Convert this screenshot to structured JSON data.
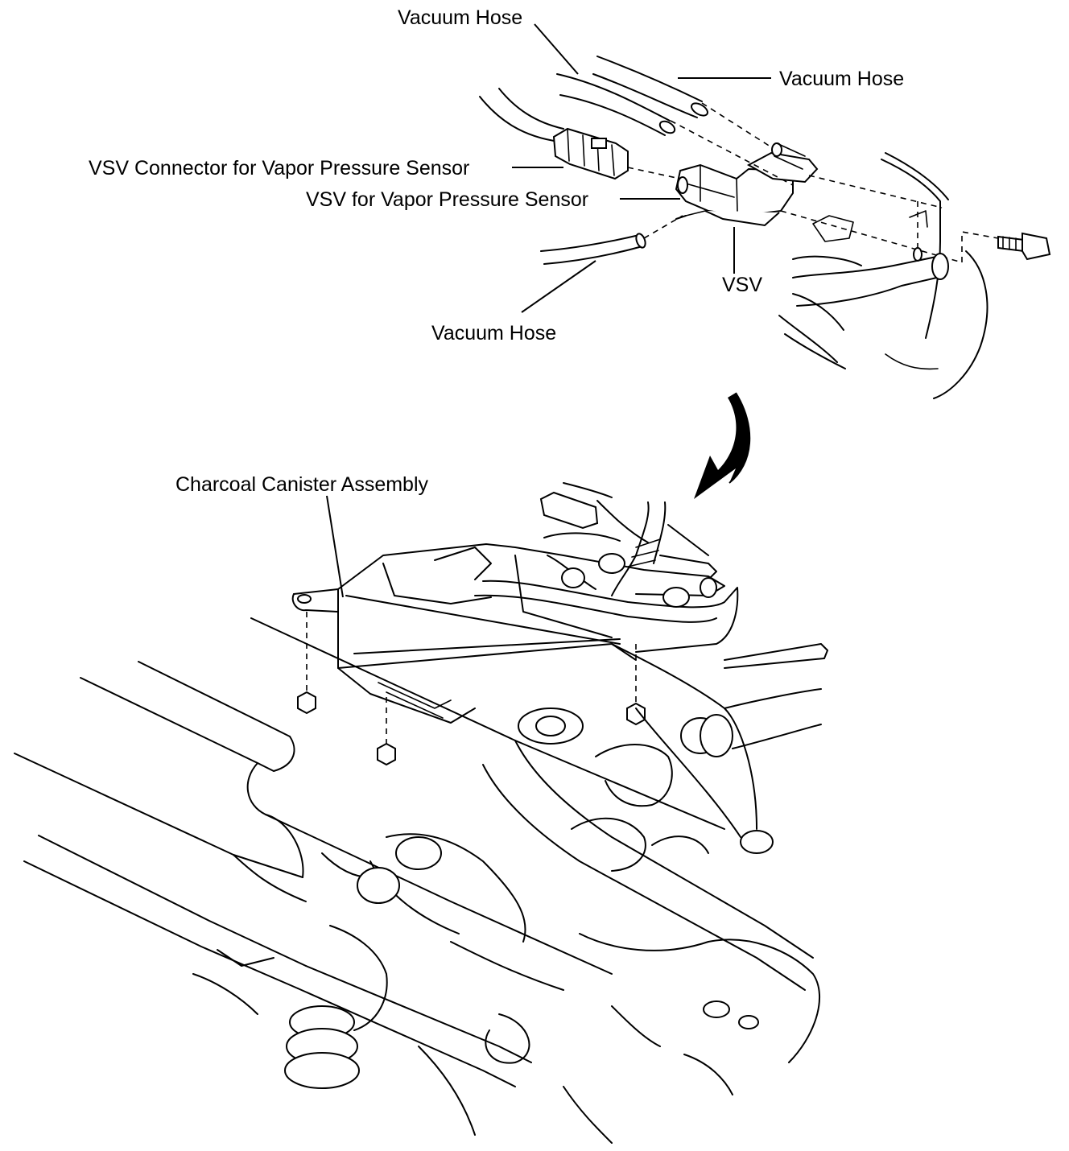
{
  "labels": {
    "vacuum_hose_top": "Vacuum Hose",
    "vacuum_hose_right": "Vacuum Hose",
    "vsv_connector": "VSV Connector for Vapor Pressure Sensor",
    "vsv_for_sensor": "VSV for Vapor Pressure Sensor",
    "vsv": "VSV",
    "vacuum_hose_bottom": "Vacuum Hose",
    "charcoal_canister": "Charcoal Canister Assembly"
  }
}
